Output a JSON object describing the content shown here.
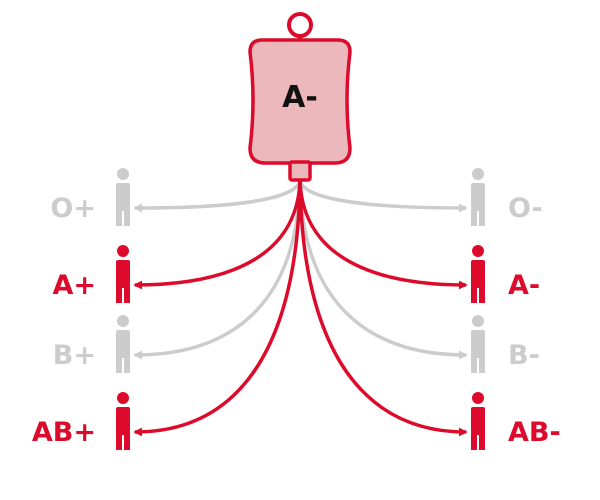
{
  "colors": {
    "compatible": "#dd0a2b",
    "incompatible": "#cccccc",
    "bag_fill": "#edb8bc",
    "bag_stroke": "#dd0a2b"
  },
  "donor": {
    "label": "A-",
    "icon": "blood-bag-icon"
  },
  "recipients": [
    {
      "id": "o-pos",
      "label": "O+",
      "side": "left",
      "compatible": false,
      "icon": "person-icon"
    },
    {
      "id": "a-pos",
      "label": "A+",
      "side": "left",
      "compatible": true,
      "icon": "person-icon"
    },
    {
      "id": "b-pos",
      "label": "B+",
      "side": "left",
      "compatible": false,
      "icon": "person-icon"
    },
    {
      "id": "ab-pos",
      "label": "AB+",
      "side": "left",
      "compatible": true,
      "icon": "person-icon"
    },
    {
      "id": "o-neg",
      "label": "O-",
      "side": "right",
      "compatible": false,
      "icon": "person-icon"
    },
    {
      "id": "a-neg",
      "label": "A-",
      "side": "right",
      "compatible": true,
      "icon": "person-icon"
    },
    {
      "id": "b-neg",
      "label": "B-",
      "side": "right",
      "compatible": false,
      "icon": "person-icon"
    },
    {
      "id": "ab-neg",
      "label": "AB-",
      "side": "right",
      "compatible": true,
      "icon": "person-icon"
    }
  ]
}
